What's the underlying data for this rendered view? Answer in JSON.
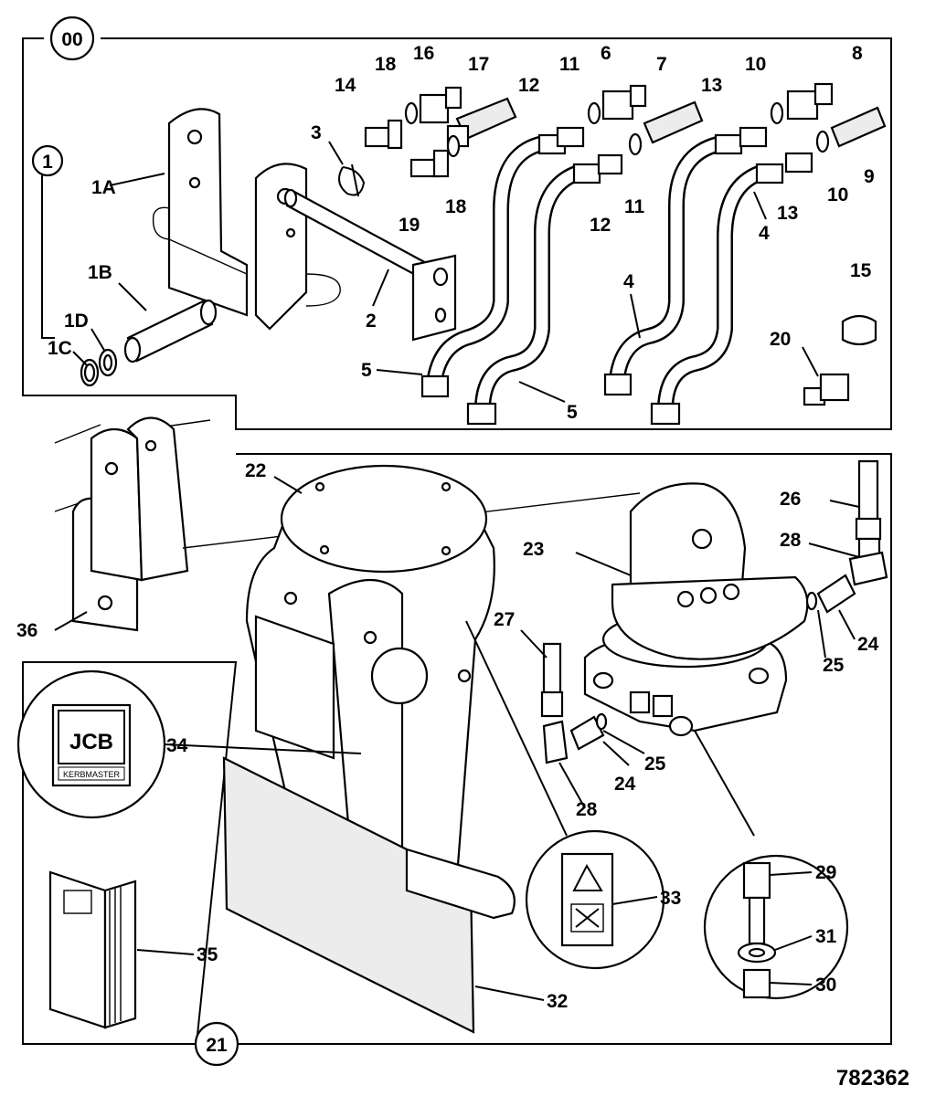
{
  "drawing_number": "782362",
  "circle_labels": {
    "top": "00",
    "bottom": "21",
    "assembly": "1"
  },
  "labels": {
    "l1A": "1A",
    "l1B": "1B",
    "l1C": "1C",
    "l1D": "1D",
    "l2": "2",
    "l3": "3",
    "l4a": "4",
    "l4b": "4",
    "l5a": "5",
    "l5b": "5",
    "l6": "6",
    "l7": "7",
    "l8": "8",
    "l9": "9",
    "l10a": "10",
    "l10b": "10",
    "l11a": "11",
    "l11b": "11",
    "l12a": "12",
    "l12b": "12",
    "l13a": "13",
    "l13b": "13",
    "l14": "14",
    "l15": "15",
    "l16": "16",
    "l17": "17",
    "l18a": "18",
    "l18b": "18",
    "l19": "19",
    "l20": "20",
    "l22": "22",
    "l23": "23",
    "l24a": "24",
    "l24b": "24",
    "l25a": "25",
    "l25b": "25",
    "l26": "26",
    "l27": "27",
    "l28a": "28",
    "l28b": "28",
    "l29": "29",
    "l30": "30",
    "l31": "31",
    "l32": "32",
    "l33": "33",
    "l34": "34",
    "l35": "35",
    "l36": "36"
  },
  "decal": {
    "brand": "JCB",
    "product": "KERBMASTER"
  }
}
